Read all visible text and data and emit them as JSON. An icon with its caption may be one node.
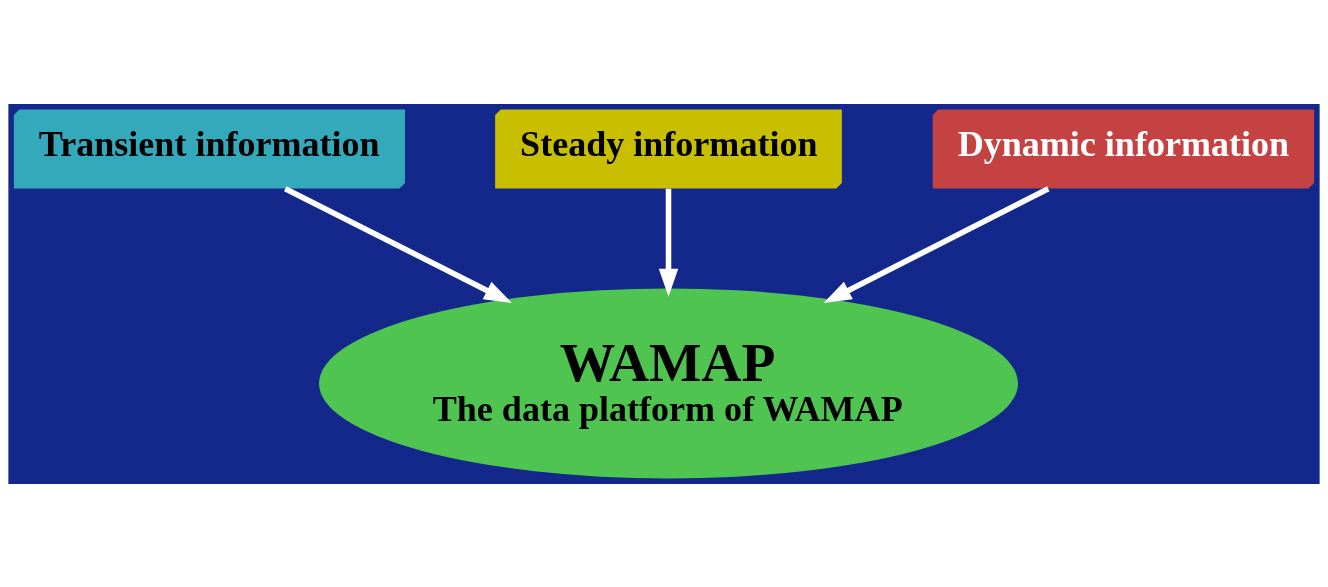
{
  "diagram": {
    "nodes": [
      {
        "text": [
          "Transient information"
        ]
      },
      {
        "text": [
          "Steady information"
        ]
      },
      {
        "text": [
          "Dynamic information"
        ]
      },
      {
        "text": [
          "WAMAP",
          "The data platform of WAMAP"
        ]
      }
    ],
    "edges": [
      {
        "from": 0,
        "to": 3,
        "arrow": "to"
      },
      {
        "from": 1,
        "to": 3,
        "arrow": "to"
      },
      {
        "from": 2,
        "to": 3,
        "arrow": "to"
      }
    ]
  }
}
